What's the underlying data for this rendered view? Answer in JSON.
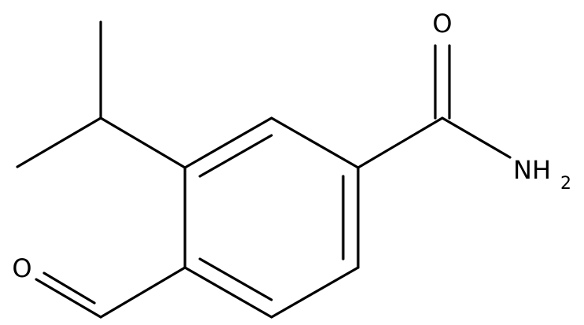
{
  "diagram": {
    "atoms": {
      "carbonyl_oxygen": "O",
      "aldehyde_oxygen": "O",
      "amide_nitrogen": "NH",
      "amide_subscript": "2"
    },
    "colors": {
      "bond": "#000000",
      "label": "#000000",
      "background": "#ffffff"
    }
  }
}
